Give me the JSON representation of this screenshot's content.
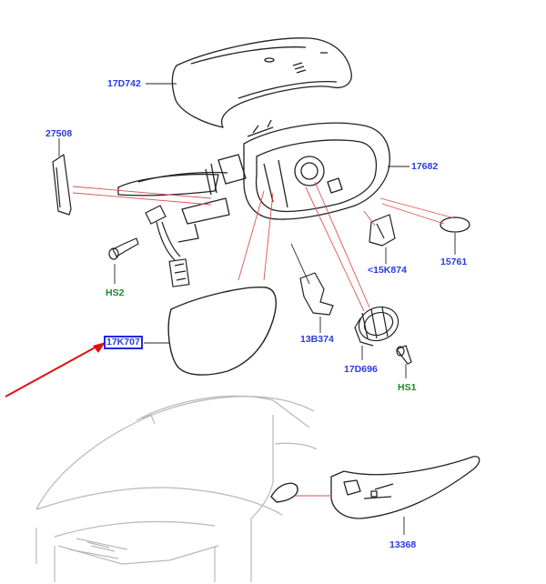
{
  "parts": [
    {
      "id": "p1",
      "text": "17D742",
      "color": "blue"
    },
    {
      "id": "p2",
      "text": "27508",
      "color": "blue"
    },
    {
      "id": "p3",
      "text": "17682",
      "color": "blue"
    },
    {
      "id": "p4",
      "text": "<15K874",
      "color": "blue"
    },
    {
      "id": "p5",
      "text": "15761",
      "color": "blue"
    },
    {
      "id": "p6",
      "text": "HS2",
      "color": "green"
    },
    {
      "id": "p7",
      "text": "17K707",
      "color": "blue",
      "selected": true
    },
    {
      "id": "p8",
      "text": "13B374",
      "color": "blue"
    },
    {
      "id": "p9",
      "text": "17D696",
      "color": "blue"
    },
    {
      "id": "p10",
      "text": "HS1",
      "color": "green"
    },
    {
      "id": "p11",
      "text": "13368",
      "color": "blue"
    }
  ],
  "colors": {
    "label_blue": "#2a3ae0",
    "label_green": "#1f8a2a",
    "leader_red": "#e05050",
    "pointer_arrow": "#e01010",
    "outline": "#222222",
    "car_outline": "#b8b8b8"
  }
}
